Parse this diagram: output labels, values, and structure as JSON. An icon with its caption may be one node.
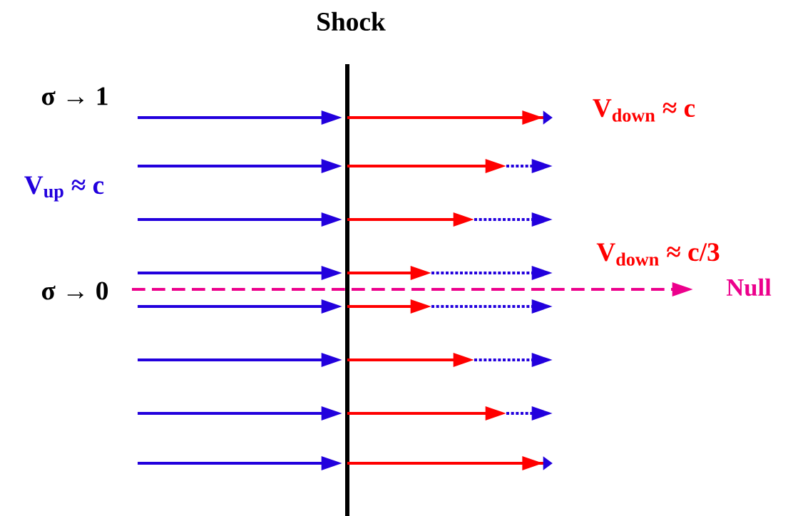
{
  "diagram": {
    "labels": [
      "Shock",
      "σ → 1",
      "V$_{up}$ ≈ c",
      "σ → 0",
      "V$_{down}$ ≈ c",
      "V$_{down}$ ≈ c/3",
      "Null"
    ]
  }
}
